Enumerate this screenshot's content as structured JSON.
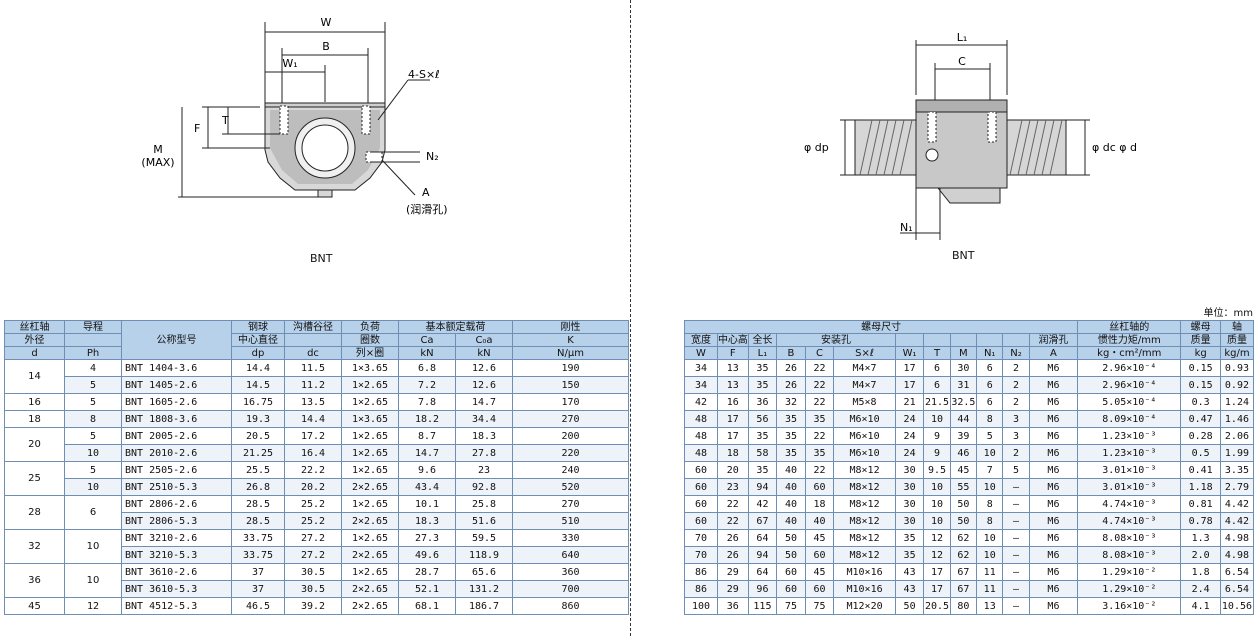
{
  "figures": {
    "left": {
      "caption": "BNT",
      "labels": {
        "W": "W",
        "B": "B",
        "W1": "W₁",
        "S": "4-S×ℓ",
        "T": "T",
        "F": "F",
        "M": "M",
        "M_max": "(MAX)",
        "N2": "N₂",
        "A": "A",
        "lube": "(润滑孔)"
      }
    },
    "right": {
      "caption": "BNT",
      "labels": {
        "L1": "L₁",
        "C": "C",
        "dp": "φ dp",
        "dc_d": "φ dc φ d",
        "N1": "N₁"
      }
    }
  },
  "unit_note": "单位：mm",
  "left_table": {
    "headers": {
      "d": [
        "丝杠轴",
        "外径",
        "d"
      ],
      "ph": [
        "导程",
        "",
        "Ph"
      ],
      "model": "公称型号",
      "dp": [
        "钢球",
        "中心直径",
        "dp"
      ],
      "dc": [
        "沟槽谷径",
        "",
        "dc"
      ],
      "turns": [
        "负荷",
        "圈数",
        "列×圈"
      ],
      "rated": "基本额定载荷",
      "ca": [
        "Ca",
        "kN"
      ],
      "c0a": [
        "C₀a",
        "kN"
      ],
      "k": [
        "刚性",
        "K",
        "N/μm"
      ]
    },
    "groups": [
      {
        "d": "14",
        "rows": [
          {
            "ph": "4",
            "model": "BNT 1404-3.6",
            "dp": "14.4",
            "dc": "11.5",
            "turns": "1×3.65",
            "ca": "6.8",
            "c0a": "12.6",
            "k": "190"
          },
          {
            "ph": "5",
            "model": "BNT 1405-2.6",
            "dp": "14.5",
            "dc": "11.2",
            "turns": "1×2.65",
            "ca": "7.2",
            "c0a": "12.6",
            "k": "150"
          }
        ]
      },
      {
        "d": "16",
        "rows": [
          {
            "ph": "5",
            "model": "BNT 1605-2.6",
            "dp": "16.75",
            "dc": "13.5",
            "turns": "1×2.65",
            "ca": "7.8",
            "c0a": "14.7",
            "k": "170"
          }
        ]
      },
      {
        "d": "18",
        "rows": [
          {
            "ph": "8",
            "model": "BNT 1808-3.6",
            "dp": "19.3",
            "dc": "14.4",
            "turns": "1×3.65",
            "ca": "18.2",
            "c0a": "34.4",
            "k": "270"
          }
        ]
      },
      {
        "d": "20",
        "rows": [
          {
            "ph": "5",
            "model": "BNT 2005-2.6",
            "dp": "20.5",
            "dc": "17.2",
            "turns": "1×2.65",
            "ca": "8.7",
            "c0a": "18.3",
            "k": "200"
          },
          {
            "ph": "10",
            "model": "BNT 2010-2.6",
            "dp": "21.25",
            "dc": "16.4",
            "turns": "1×2.65",
            "ca": "14.7",
            "c0a": "27.8",
            "k": "220"
          }
        ]
      },
      {
        "d": "25",
        "rows": [
          {
            "ph": "5",
            "model": "BNT 2505-2.6",
            "dp": "25.5",
            "dc": "22.2",
            "turns": "1×2.65",
            "ca": "9.6",
            "c0a": "23",
            "k": "240"
          },
          {
            "ph": "10",
            "model": "BNT 2510-5.3",
            "dp": "26.8",
            "dc": "20.2",
            "turns": "2×2.65",
            "ca": "43.4",
            "c0a": "92.8",
            "k": "520"
          }
        ]
      },
      {
        "d": "28",
        "ph": "6",
        "rows": [
          {
            "model": "BNT 2806-2.6",
            "dp": "28.5",
            "dc": "25.2",
            "turns": "1×2.65",
            "ca": "10.1",
            "c0a": "25.8",
            "k": "270"
          },
          {
            "model": "BNT 2806-5.3",
            "dp": "28.5",
            "dc": "25.2",
            "turns": "2×2.65",
            "ca": "18.3",
            "c0a": "51.6",
            "k": "510"
          }
        ]
      },
      {
        "d": "32",
        "ph": "10",
        "rows": [
          {
            "model": "BNT 3210-2.6",
            "dp": "33.75",
            "dc": "27.2",
            "turns": "1×2.65",
            "ca": "27.3",
            "c0a": "59.5",
            "k": "330"
          },
          {
            "model": "BNT 3210-5.3",
            "dp": "33.75",
            "dc": "27.2",
            "turns": "2×2.65",
            "ca": "49.6",
            "c0a": "118.9",
            "k": "640"
          }
        ]
      },
      {
        "d": "36",
        "ph": "10",
        "rows": [
          {
            "model": "BNT 3610-2.6",
            "dp": "37",
            "dc": "30.5",
            "turns": "1×2.65",
            "ca": "28.7",
            "c0a": "65.6",
            "k": "360"
          },
          {
            "model": "BNT 3610-5.3",
            "dp": "37",
            "dc": "30.5",
            "turns": "2×2.65",
            "ca": "52.1",
            "c0a": "131.2",
            "k": "700"
          }
        ]
      },
      {
        "d": "45",
        "rows": [
          {
            "ph": "12",
            "model": "BNT 4512-5.3",
            "dp": "46.5",
            "dc": "39.2",
            "turns": "2×2.65",
            "ca": "68.1",
            "c0a": "186.7",
            "k": "860"
          }
        ]
      }
    ]
  },
  "right_table": {
    "headers": {
      "nut": "螺母尺寸",
      "w": [
        "宽度",
        "W"
      ],
      "f": [
        "中心高",
        "F"
      ],
      "l1": [
        "全长",
        "L₁"
      ],
      "mount": "安装孔",
      "b": "B",
      "c": "C",
      "sl": "S×ℓ",
      "w1": "W₁",
      "t": "T",
      "m": "M",
      "n1": "N₁",
      "n2": "N₂",
      "a": [
        "润滑孔",
        "A"
      ],
      "inertia": [
        "丝杠轴的",
        "惯性力矩/mm",
        "kg・cm²/mm"
      ],
      "nut_mass": [
        "螺母",
        "质量",
        "kg"
      ],
      "shaft_mass": [
        "轴",
        "质量",
        "kg/m"
      ]
    },
    "rows": [
      {
        "w": "34",
        "f": "13",
        "l1": "35",
        "b": "26",
        "c": "22",
        "sl": "M4×7",
        "w1": "17",
        "t": "6",
        "m": "30",
        "n1": "6",
        "n2": "2",
        "a": "M6",
        "inertia": "2.96×10⁻⁴",
        "nut_mass": "0.15",
        "shaft_mass": "0.93"
      },
      {
        "w": "34",
        "f": "13",
        "l1": "35",
        "b": "26",
        "c": "22",
        "sl": "M4×7",
        "w1": "17",
        "t": "6",
        "m": "31",
        "n1": "6",
        "n2": "2",
        "a": "M6",
        "inertia": "2.96×10⁻⁴",
        "nut_mass": "0.15",
        "shaft_mass": "0.92"
      },
      {
        "w": "42",
        "f": "16",
        "l1": "36",
        "b": "32",
        "c": "22",
        "sl": "M5×8",
        "w1": "21",
        "t": "21.5",
        "m": "32.5",
        "n1": "6",
        "n2": "2",
        "a": "M6",
        "inertia": "5.05×10⁻⁴",
        "nut_mass": "0.3",
        "shaft_mass": "1.24"
      },
      {
        "w": "48",
        "f": "17",
        "l1": "56",
        "b": "35",
        "c": "35",
        "sl": "M6×10",
        "w1": "24",
        "t": "10",
        "m": "44",
        "n1": "8",
        "n2": "3",
        "a": "M6",
        "inertia": "8.09×10⁻⁴",
        "nut_mass": "0.47",
        "shaft_mass": "1.46"
      },
      {
        "w": "48",
        "f": "17",
        "l1": "35",
        "b": "35",
        "c": "22",
        "sl": "M6×10",
        "w1": "24",
        "t": "9",
        "m": "39",
        "n1": "5",
        "n2": "3",
        "a": "M6",
        "inertia": "1.23×10⁻³",
        "nut_mass": "0.28",
        "shaft_mass": "2.06"
      },
      {
        "w": "48",
        "f": "18",
        "l1": "58",
        "b": "35",
        "c": "35",
        "sl": "M6×10",
        "w1": "24",
        "t": "9",
        "m": "46",
        "n1": "10",
        "n2": "2",
        "a": "M6",
        "inertia": "1.23×10⁻³",
        "nut_mass": "0.5",
        "shaft_mass": "1.99"
      },
      {
        "w": "60",
        "f": "20",
        "l1": "35",
        "b": "40",
        "c": "22",
        "sl": "M8×12",
        "w1": "30",
        "t": "9.5",
        "m": "45",
        "n1": "7",
        "n2": "5",
        "a": "M6",
        "inertia": "3.01×10⁻³",
        "nut_mass": "0.41",
        "shaft_mass": "3.35"
      },
      {
        "w": "60",
        "f": "23",
        "l1": "94",
        "b": "40",
        "c": "60",
        "sl": "M8×12",
        "w1": "30",
        "t": "10",
        "m": "55",
        "n1": "10",
        "n2": "—",
        "a": "M6",
        "inertia": "3.01×10⁻³",
        "nut_mass": "1.18",
        "shaft_mass": "2.79"
      },
      {
        "w": "60",
        "f": "22",
        "l1": "42",
        "b": "40",
        "c": "18",
        "sl": "M8×12",
        "w1": "30",
        "t": "10",
        "m": "50",
        "n1": "8",
        "n2": "—",
        "a": "M6",
        "inertia": "4.74×10⁻³",
        "nut_mass": "0.81",
        "shaft_mass": "4.42"
      },
      {
        "w": "60",
        "f": "22",
        "l1": "67",
        "b": "40",
        "c": "40",
        "sl": "M8×12",
        "w1": "30",
        "t": "10",
        "m": "50",
        "n1": "8",
        "n2": "—",
        "a": "M6",
        "inertia": "4.74×10⁻³",
        "nut_mass": "0.78",
        "shaft_mass": "4.42"
      },
      {
        "w": "70",
        "f": "26",
        "l1": "64",
        "b": "50",
        "c": "45",
        "sl": "M8×12",
        "w1": "35",
        "t": "12",
        "m": "62",
        "n1": "10",
        "n2": "—",
        "a": "M6",
        "inertia": "8.08×10⁻³",
        "nut_mass": "1.3",
        "shaft_mass": "4.98"
      },
      {
        "w": "70",
        "f": "26",
        "l1": "94",
        "b": "50",
        "c": "60",
        "sl": "M8×12",
        "w1": "35",
        "t": "12",
        "m": "62",
        "n1": "10",
        "n2": "—",
        "a": "M6",
        "inertia": "8.08×10⁻³",
        "nut_mass": "2.0",
        "shaft_mass": "4.98"
      },
      {
        "w": "86",
        "f": "29",
        "l1": "64",
        "b": "60",
        "c": "45",
        "sl": "M10×16",
        "w1": "43",
        "t": "17",
        "m": "67",
        "n1": "11",
        "n2": "—",
        "a": "M6",
        "inertia": "1.29×10⁻²",
        "nut_mass": "1.8",
        "shaft_mass": "6.54"
      },
      {
        "w": "86",
        "f": "29",
        "l1": "96",
        "b": "60",
        "c": "60",
        "sl": "M10×16",
        "w1": "43",
        "t": "17",
        "m": "67",
        "n1": "11",
        "n2": "—",
        "a": "M6",
        "inertia": "1.29×10⁻²",
        "nut_mass": "2.4",
        "shaft_mass": "6.54"
      },
      {
        "w": "100",
        "f": "36",
        "l1": "115",
        "b": "75",
        "c": "75",
        "sl": "M12×20",
        "w1": "50",
        "t": "20.5",
        "m": "80",
        "n1": "13",
        "n2": "—",
        "a": "M6",
        "inertia": "3.16×10⁻²",
        "nut_mass": "4.1",
        "shaft_mass": "10.56"
      }
    ]
  }
}
